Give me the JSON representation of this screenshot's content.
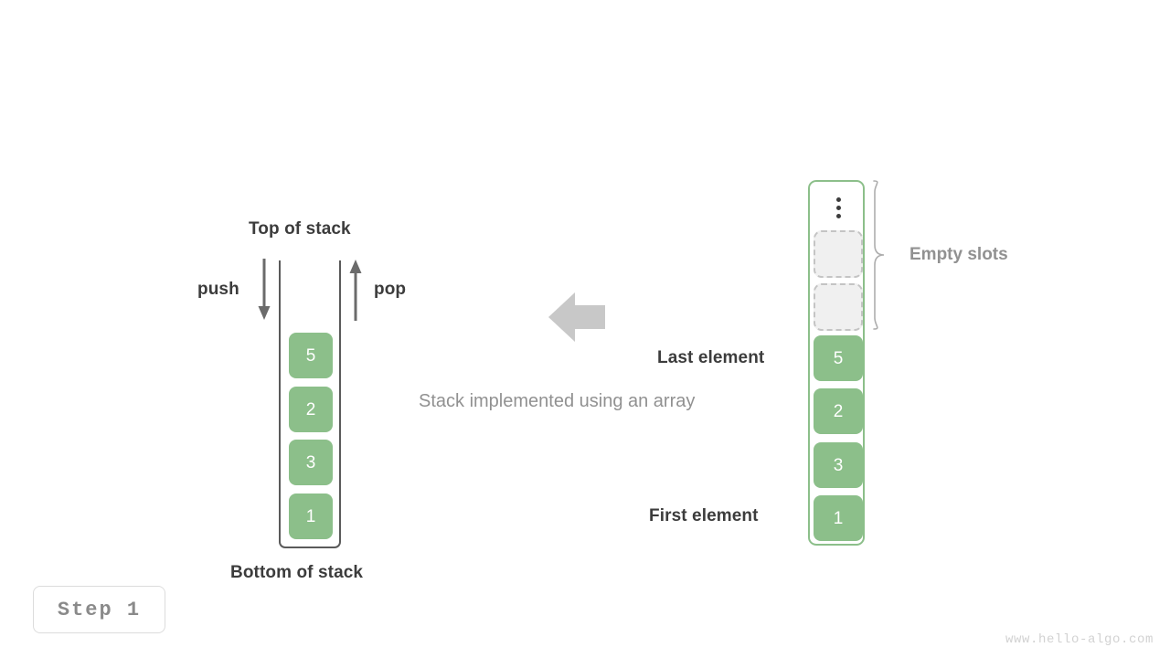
{
  "figure": {
    "caption": "Stack implemented using an array",
    "watermark": "www.hello-algo.com",
    "step_badge": "Step  1",
    "accent_green": "#8cbf8a",
    "container_border_gray": "#5a5a5a",
    "muted_gray": "#919191",
    "dark_text": "#3c3c3c",
    "empty_slot_fill": "#f0f0f0",
    "empty_slot_border": "#c4c4c4",
    "big_arrow_color": "#c8c8c8"
  },
  "left_stack": {
    "top_label": "Top of stack",
    "bottom_label": "Bottom of stack",
    "push_label": "push",
    "pop_label": "pop",
    "push_direction": "down",
    "pop_direction": "up",
    "elements": [
      {
        "value": "5"
      },
      {
        "value": "2"
      },
      {
        "value": "3"
      },
      {
        "value": "1"
      }
    ]
  },
  "right_array": {
    "ellipsis_icon": "vertical-ellipsis-icon",
    "empty_slots_label": "Empty slots",
    "empty_slot_count": 2,
    "last_element_label": "Last element",
    "first_element_label": "First element",
    "elements": [
      {
        "value": "5"
      },
      {
        "value": "2"
      },
      {
        "value": "3"
      },
      {
        "value": "1"
      }
    ]
  }
}
